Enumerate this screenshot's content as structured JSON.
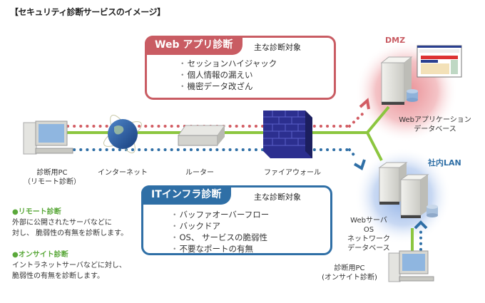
{
  "title": "【セキュリティ診断サービスのイメージ】",
  "colors": {
    "web_accent": "#c95c63",
    "it_accent": "#2f6fa6",
    "network_line": "#8cc63f",
    "remote_green": "#5aa83a",
    "dmz_glow": "#f1b5b8",
    "lan_glow": "#b8cdee",
    "firewall": "#2c2f8f"
  },
  "web_box": {
    "tab_label": "Web アプリ診断",
    "heading": "主な診断対象",
    "items": [
      "セッションハイジャック",
      "個人情報の漏えい",
      "機密データ改ざん"
    ]
  },
  "it_box": {
    "tab_label": "ITインフラ診断",
    "heading": "主な診断対象",
    "items": [
      "バッファオーバーフロー",
      "バックドア",
      "OS、 サービスの脆弱性",
      "不要なポートの有無"
    ]
  },
  "nodes": {
    "remote_pc": [
      "診断用PC",
      "（リモート診断）"
    ],
    "internet": "インターネット",
    "router": "ルーター",
    "firewall": "ファイアウォール",
    "dmz_label": "DMZ",
    "dmz_servers": [
      "Webアプリケーション",
      "データベース"
    ],
    "lan_label": "社内LAN",
    "lan_servers": [
      "Webサーバ",
      "OS",
      "ネットワーク",
      "データベース"
    ],
    "onsite_pc": [
      "診断用PC",
      "(オンサイト診断)"
    ]
  },
  "notes": {
    "remote": {
      "heading": "●リモート診断",
      "lines": [
        "外部に公開されたサーバなどに",
        "対し、 脆弱性の有無を診断します。"
      ]
    },
    "onsite": {
      "heading": "●オンサイト診断",
      "lines": [
        "イントラネットサーバなどに対し、",
        "脆弱性の有無を診断します。"
      ]
    }
  }
}
